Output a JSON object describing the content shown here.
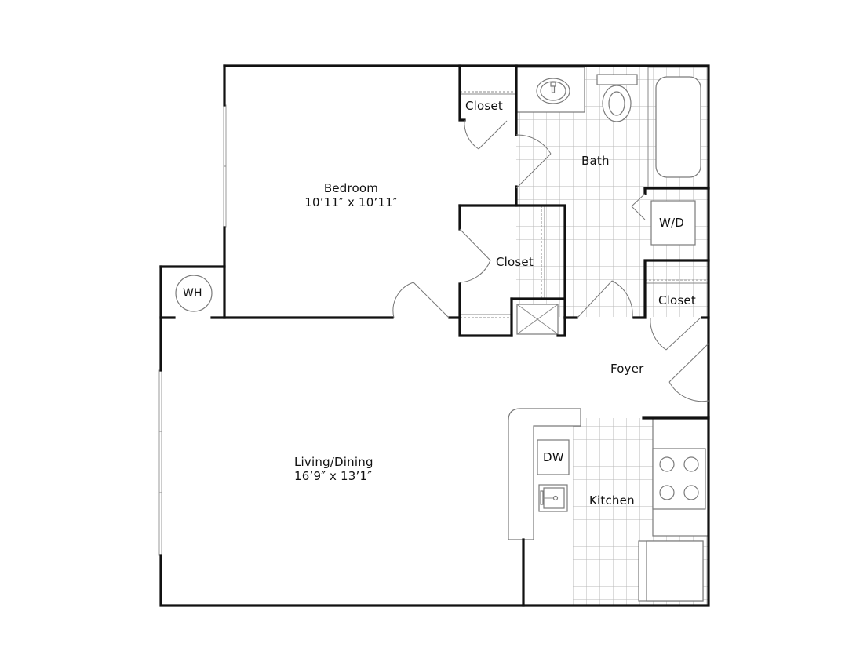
{
  "plan": {
    "type": "floor-plan",
    "colors": {
      "wall": "#111111",
      "fixture": "#7a7a7a",
      "tile": "#b0b0b0",
      "background": "#ffffff"
    }
  },
  "rooms": {
    "bedroom": {
      "name": "Bedroom",
      "dimensions": "10’11″ x 10’11″"
    },
    "living": {
      "name": "Living/Dining",
      "dimensions": "16’9″ x 13’1″"
    },
    "bath": {
      "name": "Bath"
    },
    "kitchen": {
      "name": "Kitchen"
    },
    "foyer": {
      "name": "Foyer"
    },
    "closet_top": {
      "name": "Closet"
    },
    "closet_mid": {
      "name": "Closet"
    },
    "closet_right": {
      "name": "Closet"
    }
  },
  "fixtures": {
    "water_heater": "WH",
    "washer_dryer": "W/D",
    "dishwasher": "DW"
  }
}
